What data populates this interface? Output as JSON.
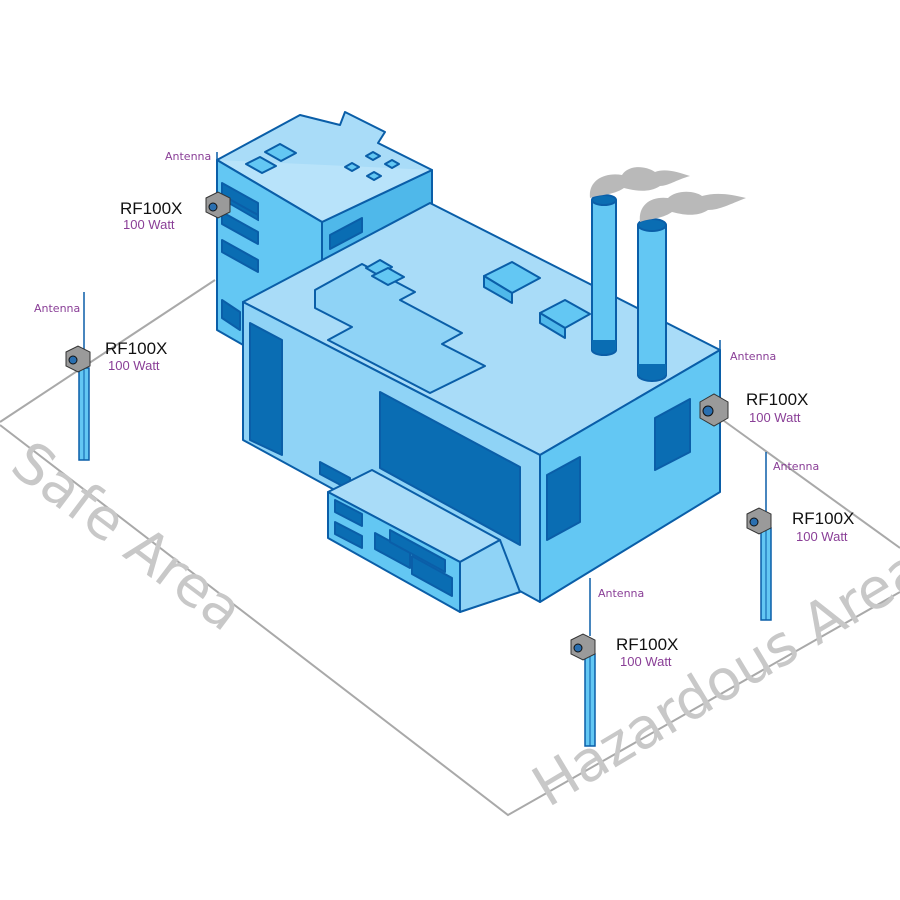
{
  "areas": {
    "safe": "Safe Area",
    "hazardous": "Hazardous Area"
  },
  "colors": {
    "building_light": "#a9dcf8",
    "building_mid": "#63c7f3",
    "building_dark": "#0a6db3",
    "outline": "#0a5ea8",
    "boundary": "#a9a9a9",
    "label_purple": "#8a3f97",
    "smoke": "#b9b9b9"
  },
  "units": [
    {
      "antenna_label": "Antenna",
      "model": "RF100X",
      "power": "100 Watt"
    },
    {
      "antenna_label": "Antenna",
      "model": "RF100X",
      "power": "100 Watt"
    },
    {
      "antenna_label": "Antenna",
      "model": "RF100X",
      "power": "100 Watt"
    },
    {
      "antenna_label": "Antenna",
      "model": "RF100X",
      "power": "100 Watt"
    },
    {
      "antenna_label": "Antenna",
      "model": "RF100X",
      "power": "100 Watt"
    }
  ]
}
